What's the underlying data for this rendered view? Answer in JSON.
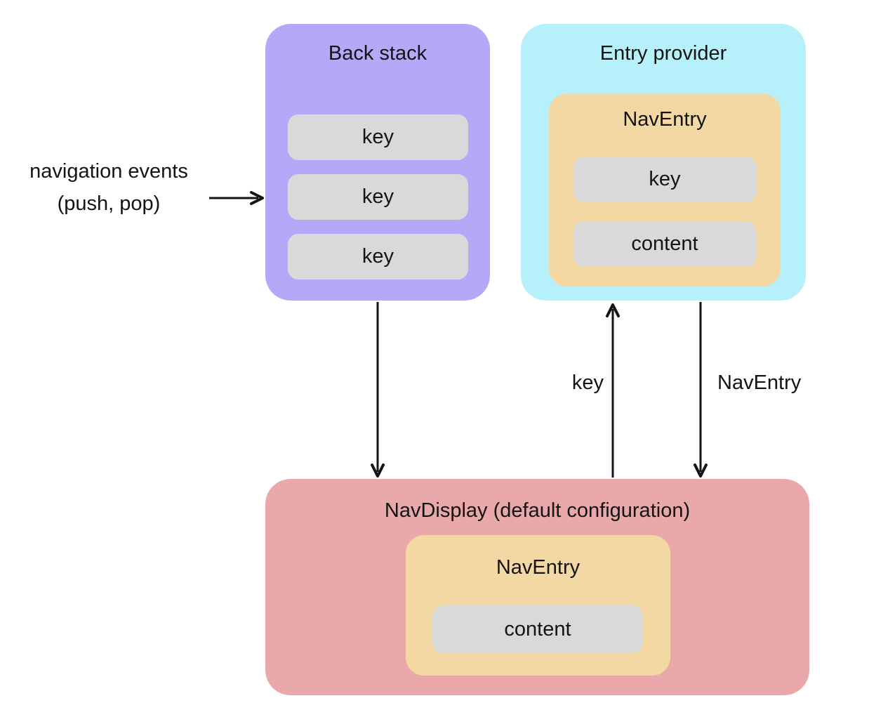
{
  "diagram": {
    "back_stack": {
      "title": "Back stack",
      "keys": [
        "key",
        "key",
        "key"
      ]
    },
    "entry_provider": {
      "title": "Entry provider",
      "nav_entry": {
        "title": "NavEntry",
        "key_label": "key",
        "content_label": "content"
      }
    },
    "nav_display": {
      "title": "NavDisplay (default configuration)",
      "nav_entry": {
        "title": "NavEntry",
        "content_label": "content"
      }
    },
    "labels": {
      "navigation_events_line1": "navigation events",
      "navigation_events_line2": "(push, pop)",
      "key_arrow": "key",
      "nav_entry_arrow": "NavEntry"
    },
    "colors": {
      "back_stack_bg": "#b5a8f8",
      "entry_provider_bg": "#b6f0fb",
      "nav_entry_bg": "#f4d8a4",
      "pill_bg": "#d9d9d9",
      "nav_display_bg": "#e9a8a9",
      "arrow_color": "#141414",
      "text_color": "#141414"
    }
  }
}
